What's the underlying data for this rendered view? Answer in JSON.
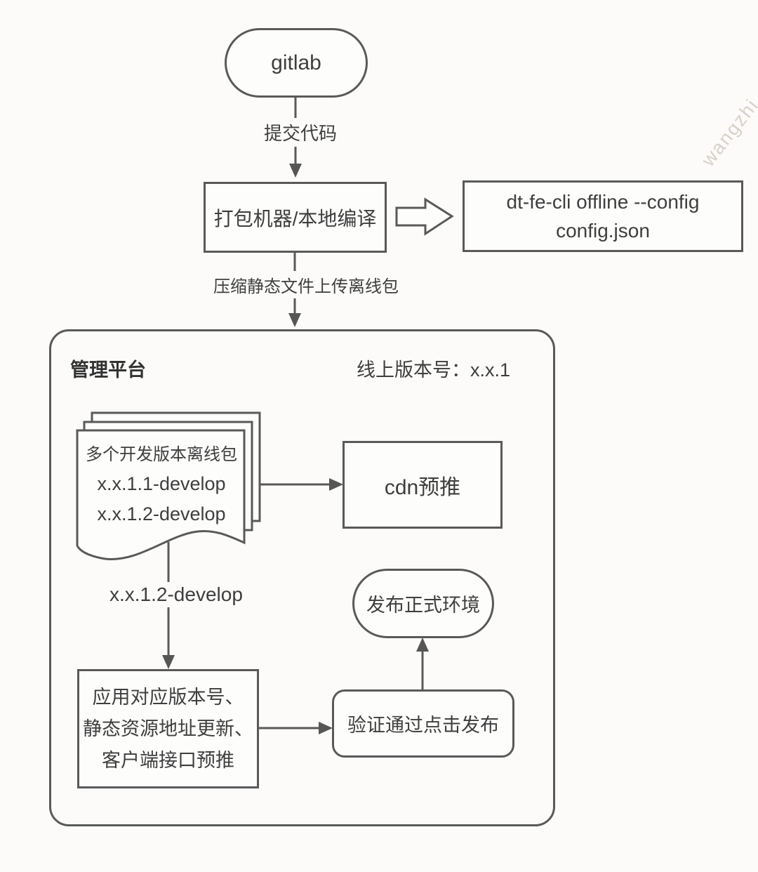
{
  "canvas": {
    "stroke_color": "#595959",
    "text_color": "#3e3e3e",
    "background": "#fcfbfa"
  },
  "watermark": {
    "text": "wangzhi"
  },
  "nodes": {
    "gitlab": {
      "label": "gitlab"
    },
    "build": {
      "label": "打包机器/本地编译"
    },
    "cli": {
      "line1": "dt-fe-cli offline --config",
      "line2": "config.json"
    },
    "platform": {
      "title": "管理平台",
      "version_label": "线上版本号：x.x.1"
    },
    "packages": {
      "title": "多个开发版本离线包",
      "items": [
        "x.x.1.1-develop",
        "x.x.1.2-develop"
      ]
    },
    "cdn": {
      "label": "cdn预推"
    },
    "apply": {
      "lines": [
        "应用对应版本号、",
        "静态资源地址更新、",
        "客户端接口预推"
      ]
    },
    "verify": {
      "label": "验证通过点击发布"
    },
    "release": {
      "label": "发布正式环境"
    }
  },
  "edges": {
    "commit": {
      "label": "提交代码"
    },
    "upload": {
      "label": "压缩静态文件上传离线包"
    },
    "selected_version": {
      "label": "x.x.1.2-develop"
    }
  }
}
